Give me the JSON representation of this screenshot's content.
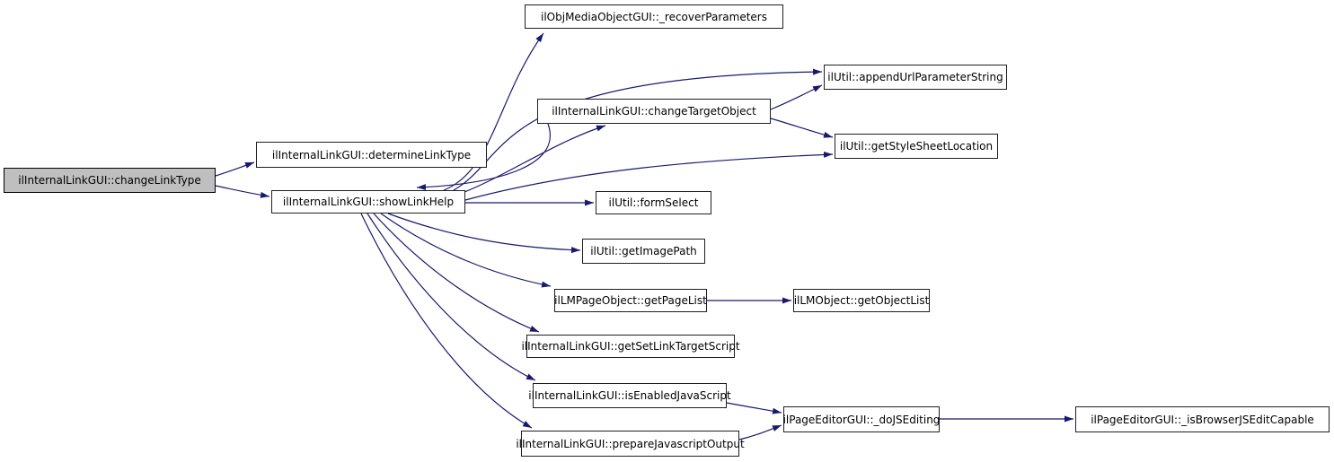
{
  "diagram": {
    "kind": "doxygen-call-graph",
    "colors": {
      "edge": "#191970",
      "node_fill": "#ffffff",
      "node_border": "#1f1f1f",
      "current_node_fill": "#bfbfbf",
      "background": "#ffffff"
    },
    "nodes": [
      {
        "id": "changeLinkType",
        "label": "ilInternalLinkGUI::changeLinkType",
        "current": true
      },
      {
        "id": "determineLinkType",
        "label": "ilInternalLinkGUI::determineLinkType",
        "current": false
      },
      {
        "id": "showLinkHelp",
        "label": "ilInternalLinkGUI::showLinkHelp",
        "current": false
      },
      {
        "id": "recoverParameters",
        "label": "ilObjMediaObjectGUI::_recoverParameters",
        "current": false
      },
      {
        "id": "appendUrlParameterString",
        "label": "ilUtil::appendUrlParameterString",
        "current": false
      },
      {
        "id": "changeTargetObject",
        "label": "ilInternalLinkGUI::changeTargetObject",
        "current": false
      },
      {
        "id": "getStyleSheetLocation",
        "label": "ilUtil::getStyleSheetLocation",
        "current": false
      },
      {
        "id": "formSelect",
        "label": "ilUtil::formSelect",
        "current": false
      },
      {
        "id": "getImagePath",
        "label": "ilUtil::getImagePath",
        "current": false
      },
      {
        "id": "getPageList",
        "label": "ilLMPageObject::getPageList",
        "current": false
      },
      {
        "id": "getObjectList",
        "label": "ilLMObject::getObjectList",
        "current": false
      },
      {
        "id": "getSetLinkTargetScript",
        "label": "ilInternalLinkGUI::getSetLinkTargetScript",
        "current": false
      },
      {
        "id": "isEnabledJavaScript",
        "label": "ilInternalLinkGUI::isEnabledJavaScript",
        "current": false
      },
      {
        "id": "prepareJavascriptOutput",
        "label": "ilInternalLinkGUI::prepareJavascriptOutput",
        "current": false
      },
      {
        "id": "doJSEditing",
        "label": "ilPageEditorGUI::_doJSEditing",
        "current": false
      },
      {
        "id": "isBrowserJSEditCapable",
        "label": "ilPageEditorGUI::_isBrowserJSEditCapable",
        "current": false
      }
    ],
    "edges": [
      {
        "from": "changeLinkType",
        "to": "determineLinkType"
      },
      {
        "from": "changeLinkType",
        "to": "showLinkHelp"
      },
      {
        "from": "showLinkHelp",
        "to": "recoverParameters"
      },
      {
        "from": "showLinkHelp",
        "to": "appendUrlParameterString"
      },
      {
        "from": "showLinkHelp",
        "to": "changeTargetObject"
      },
      {
        "from": "showLinkHelp",
        "to": "getStyleSheetLocation"
      },
      {
        "from": "showLinkHelp",
        "to": "formSelect"
      },
      {
        "from": "showLinkHelp",
        "to": "getImagePath"
      },
      {
        "from": "showLinkHelp",
        "to": "getPageList"
      },
      {
        "from": "showLinkHelp",
        "to": "getSetLinkTargetScript"
      },
      {
        "from": "showLinkHelp",
        "to": "isEnabledJavaScript"
      },
      {
        "from": "showLinkHelp",
        "to": "prepareJavascriptOutput"
      },
      {
        "from": "changeTargetObject",
        "to": "appendUrlParameterString"
      },
      {
        "from": "changeTargetObject",
        "to": "getStyleSheetLocation"
      },
      {
        "from": "changeTargetObject",
        "to": "showLinkHelp"
      },
      {
        "from": "getPageList",
        "to": "getObjectList"
      },
      {
        "from": "isEnabledJavaScript",
        "to": "doJSEditing"
      },
      {
        "from": "prepareJavascriptOutput",
        "to": "doJSEditing"
      },
      {
        "from": "doJSEditing",
        "to": "isBrowserJSEditCapable"
      }
    ]
  }
}
